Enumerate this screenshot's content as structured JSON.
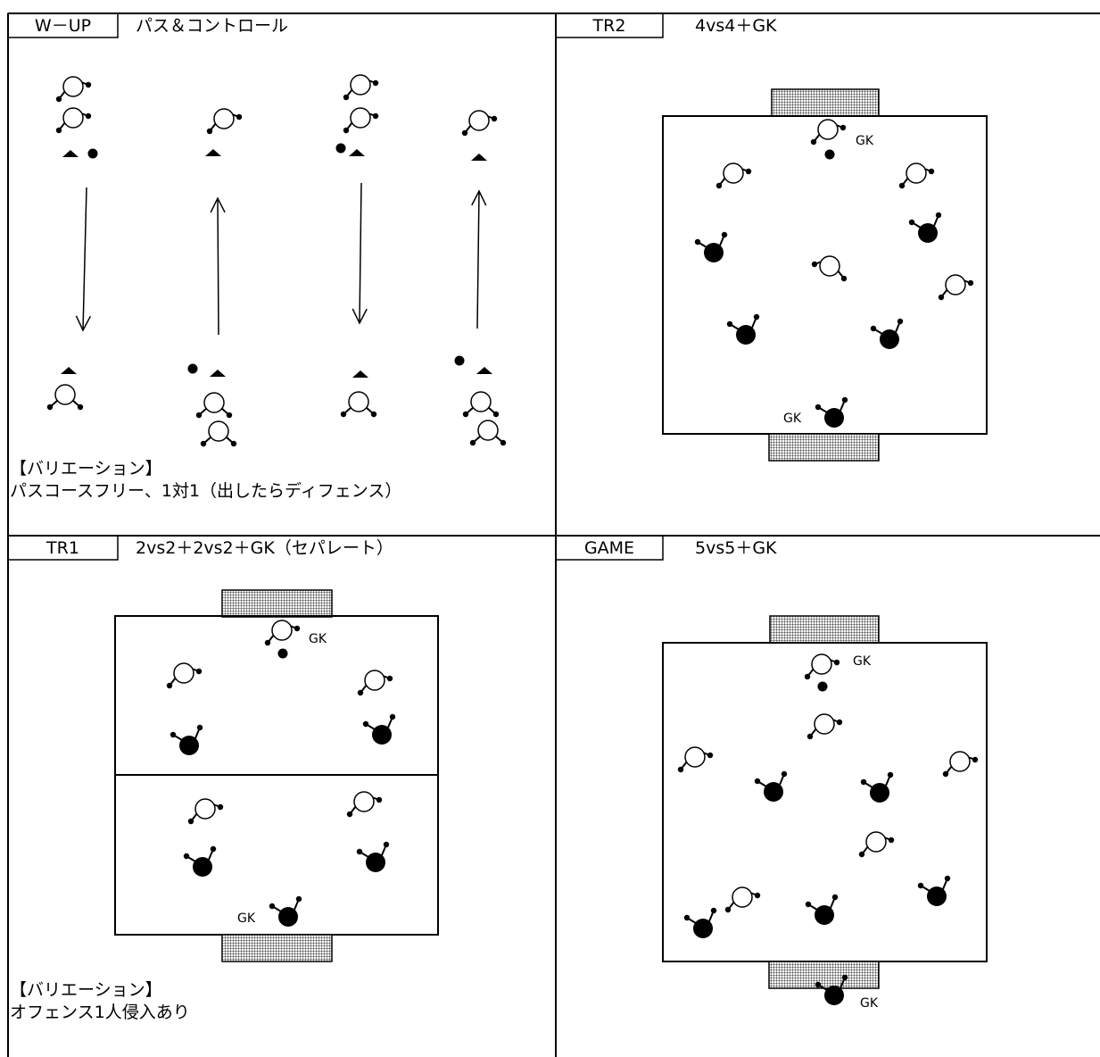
{
  "panels": [
    {
      "tag": "W－UP",
      "title": "パス＆コントロール",
      "variation_heading": "【バリエーション】",
      "variation_text": "パスコースフリー、1対1（出したらディフェンス）"
    },
    {
      "tag": "TR2",
      "title": "4vs4＋GK"
    },
    {
      "tag": "TR1",
      "title": "2vs2＋2vs2＋GK（セパレート）",
      "variation_heading": "【バリエーション】",
      "variation_text": "オフェンス1人侵入あり"
    },
    {
      "tag": "GAME",
      "title": "5vs5＋GK"
    }
  ],
  "gk_label": "GK",
  "colors": {
    "line": "#000000",
    "background": "#ffffff"
  }
}
